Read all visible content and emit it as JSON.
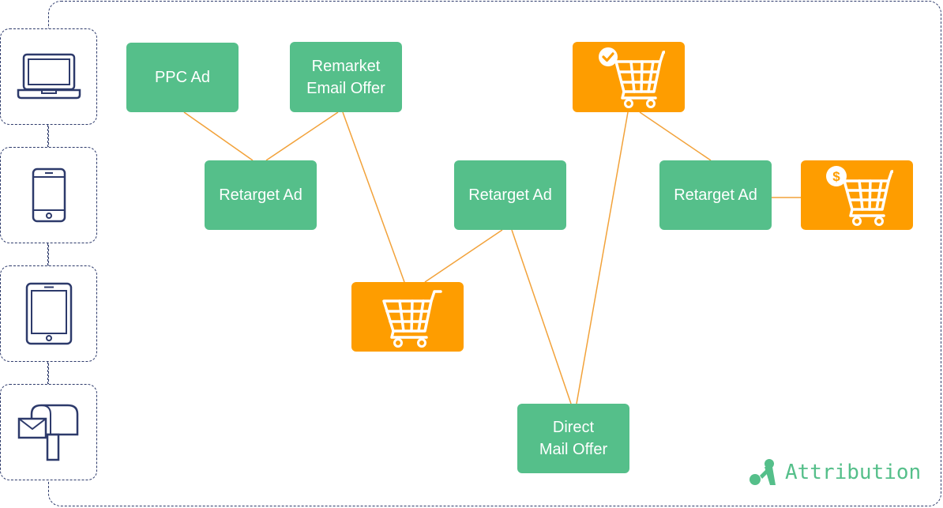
{
  "colors": {
    "node_green": "#55bf8a",
    "node_orange": "#fe9d00",
    "link": "#f2a23a",
    "device_outline": "#2d3a6b",
    "brand": "#55bf8a"
  },
  "devices": [
    {
      "icon": "laptop-icon"
    },
    {
      "icon": "smartphone-icon"
    },
    {
      "icon": "tablet-icon"
    },
    {
      "icon": "mailbox-icon"
    }
  ],
  "nodes": {
    "ppc_ad": "PPC Ad",
    "remarket_email": "Remarket\nEmail Offer",
    "retarget_1": "Retarget Ad",
    "retarget_2": "Retarget Ad",
    "retarget_3": "Retarget Ad",
    "direct_mail": "Direct\nMail Offer"
  },
  "cart_icons": {
    "cart_plain": "shopping-cart-icon",
    "cart_check": "cart-checkmark-icon",
    "cart_dollar": "cart-dollar-icon"
  },
  "brand": {
    "name": "Attribution",
    "icon": "attribution-logo-icon"
  }
}
